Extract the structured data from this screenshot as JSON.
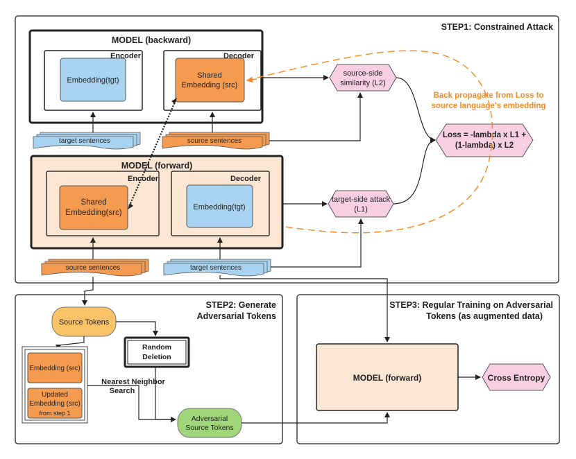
{
  "step1": {
    "title": "STEP1: Constrained Attack",
    "model_backward": {
      "title": "MODEL (backward)",
      "encoder_label": "Encoder",
      "decoder_label": "Decoder",
      "encoder_embedding": "Embedding(tgt)",
      "decoder_embedding_line1": "Shared",
      "decoder_embedding_line2": "Embedding (src)"
    },
    "backward_inputs": {
      "target": "target sentences",
      "source": "source sentences"
    },
    "source_similarity_line1": "source-side",
    "source_similarity_line2": "similarity (L2)",
    "backprop_line1": "Back propagate from Loss to",
    "backprop_line2": "source language's embedding",
    "loss_line1": "Loss = -lambda x L1 +",
    "loss_line2": "(1-lambda) x L2",
    "model_forward": {
      "title": "MODEL (forward)",
      "encoder_label": "Encoder",
      "decoder_label": "Decoder",
      "encoder_embedding_line1": "Shared",
      "encoder_embedding_line2": "Embedding(src)",
      "decoder_embedding": "Embedding(tgt)"
    },
    "target_attack_line1": "target-side attack",
    "target_attack_line2": "(L1)",
    "forward_inputs": {
      "source": "source sentences",
      "target": "target sentences"
    }
  },
  "step2": {
    "title_line1": "STEP2: Generate",
    "title_line2": "Adversarial Tokens",
    "source_tokens": "Source Tokens",
    "random_deletion_line1": "Random",
    "random_deletion_line2": "Deletion",
    "embedding_src": "Embedding (src)",
    "updated_line1": "Updated",
    "updated_line2": "Embedding (src)",
    "updated_line3": "from step 1",
    "nn_line1": "Nearest Neighbor",
    "nn_line2": "Search",
    "adv_line1": "Adversarial",
    "adv_line2": "Source Tokens"
  },
  "step3": {
    "title_line1": "STEP3: Regular Training on Adversarial",
    "title_line2": "Tokens (as augmented data)",
    "model": "MODEL (forward)",
    "cross_entropy": "Cross Entropy"
  },
  "colors": {
    "orange": "#f59b4f",
    "blue": "#a8d4f2",
    "pink": "#f7cfe0",
    "peach": "#fbe6d4",
    "yellow": "#fbc367",
    "green": "#9fd67a",
    "dashed_orange": "#f28c28"
  }
}
